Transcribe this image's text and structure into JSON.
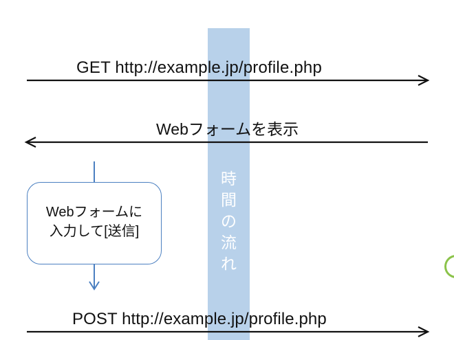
{
  "messages": [
    {
      "label": "GET http://example.jp/profile.php",
      "direction": "right"
    },
    {
      "label": "Webフォームを表示",
      "direction": "left"
    },
    {
      "label": "POST http://example.jp/profile.php",
      "direction": "right"
    }
  ],
  "timeline": {
    "label": "時間の流れ",
    "chars": [
      "時",
      "間",
      "の",
      "流",
      "れ"
    ],
    "color": "#b8d1ea"
  },
  "action": {
    "line_1": "Webフォームに",
    "line_2": "入力して[送信]",
    "border_color": "#4a7fc0"
  },
  "edge_mark": {
    "color": "#8bc34a"
  }
}
